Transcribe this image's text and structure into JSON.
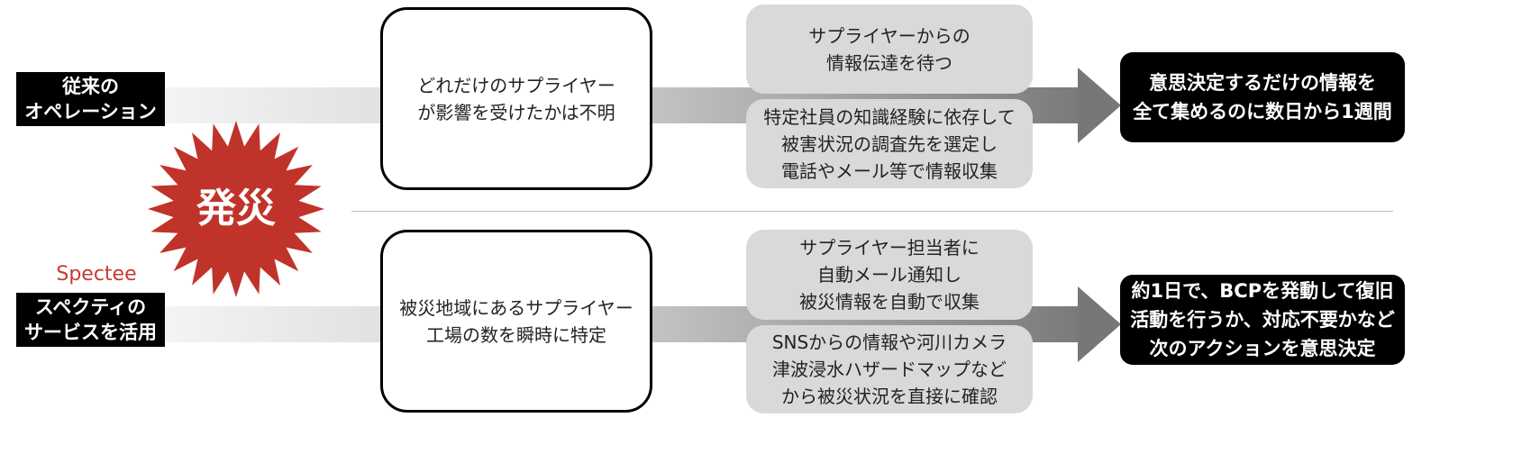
{
  "colors": {
    "burst": "#c0332b",
    "logo": "#c83a33"
  },
  "burst": {
    "label": "発災"
  },
  "logo": {
    "text": "Spectee"
  },
  "rows": [
    {
      "label": "従来の\nオペレーション",
      "problem": "どれだけのサプライヤー\nが影響を受けたかは不明",
      "steps": [
        "サプライヤーからの\n情報伝達を待つ",
        "特定社員の知識経験に依存して\n被害状況の調査先を選定し\n電話やメール等で情報収集"
      ],
      "result": "意思決定するだけの情報を\n全て集めるのに数日から1週間"
    },
    {
      "label": "スペクティの\nサービスを活用",
      "problem": "被災地域にあるサプライヤー\n工場の数を瞬時に特定",
      "steps": [
        "サプライヤー担当者に\n自動メール通知し\n被災情報を自動で収集",
        "SNSからの情報や河川カメラ\n津波浸水ハザードマップなど\nから被災状況を直接に確認"
      ],
      "result": "約1日で、BCPを発動して復旧\n活動を行うか、対応不要かなど\n次のアクションを意思決定"
    }
  ]
}
